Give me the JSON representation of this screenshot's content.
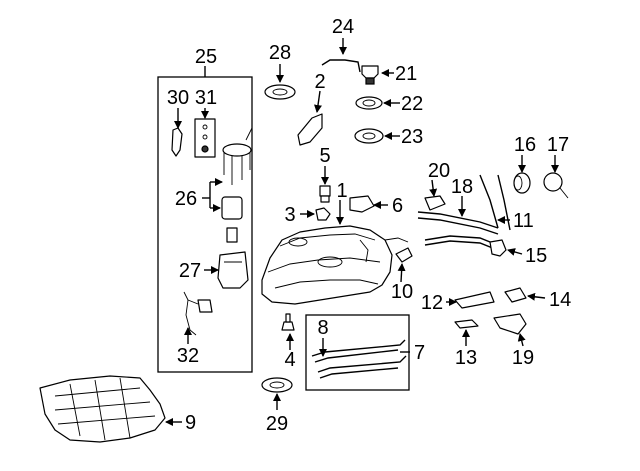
{
  "callouts": {
    "c1": "1",
    "c2": "2",
    "c3": "3",
    "c4": "4",
    "c5": "5",
    "c6": "6",
    "c7": "7",
    "c8": "8",
    "c9": "9",
    "c10": "10",
    "c11": "11",
    "c12": "12",
    "c13": "13",
    "c14": "14",
    "c15": "15",
    "c16": "16",
    "c17": "17",
    "c18": "18",
    "c19": "19",
    "c20": "20",
    "c21": "21",
    "c22": "22",
    "c23": "23",
    "c24": "24",
    "c25": "25",
    "c26": "26",
    "c27": "27",
    "c28": "28",
    "c29": "29",
    "c30": "30",
    "c31": "31",
    "c32": "32"
  },
  "icons": [
    "fuel-tank-icon",
    "fuel-pump-assembly-icon",
    "skid-plate-icon",
    "filler-pipe-icon",
    "fuel-cap-icon",
    "tank-strap-icon"
  ]
}
